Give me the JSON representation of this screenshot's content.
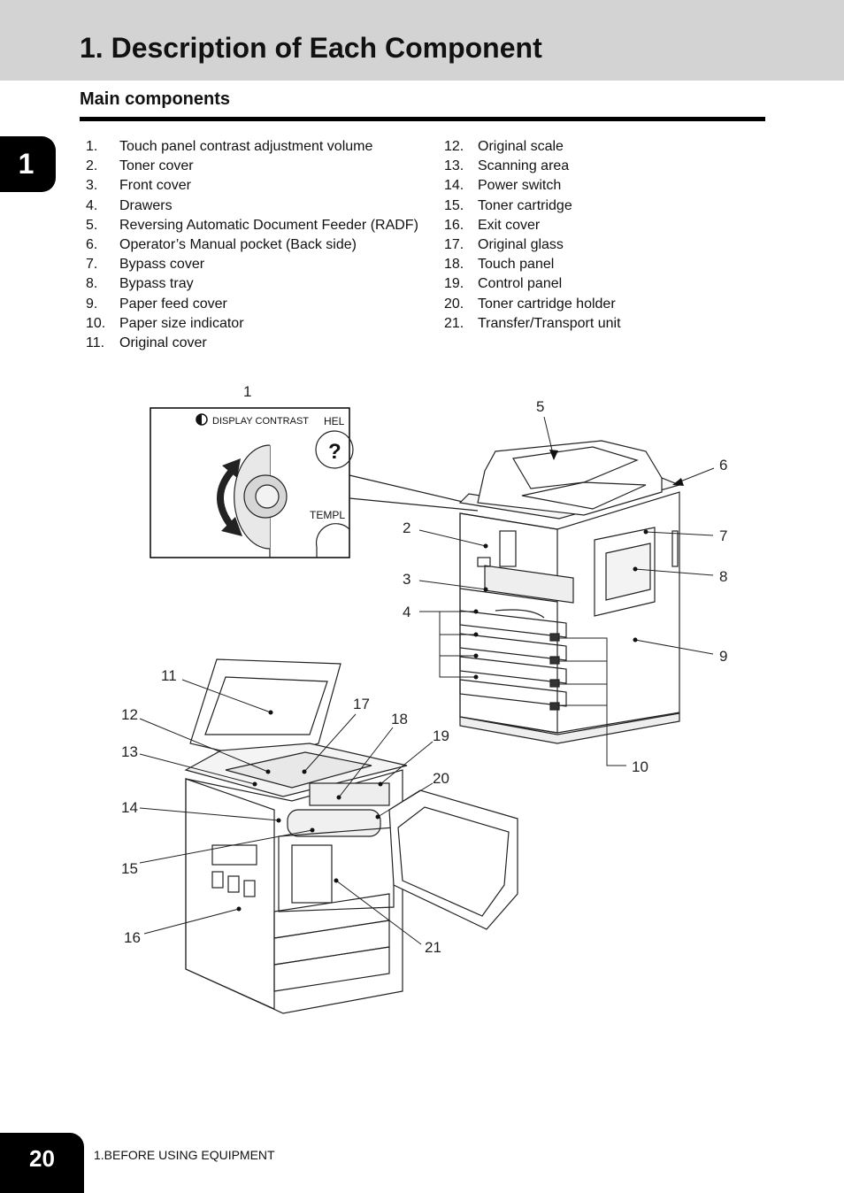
{
  "header": {
    "title": "1. Description of Each Component"
  },
  "section": {
    "title": "Main components"
  },
  "chapter_tab": "1",
  "components_left": [
    {
      "num": "1.",
      "label": "Touch panel contrast adjustment volume"
    },
    {
      "num": "2.",
      "label": "Toner cover"
    },
    {
      "num": "3.",
      "label": "Front cover"
    },
    {
      "num": "4.",
      "label": "Drawers"
    },
    {
      "num": "5.",
      "label": "Reversing Automatic Document Feeder (RADF)"
    },
    {
      "num": "6.",
      "label": "Operator’s Manual pocket (Back side)"
    },
    {
      "num": "7.",
      "label": "Bypass cover"
    },
    {
      "num": "8.",
      "label": "Bypass tray"
    },
    {
      "num": "9.",
      "label": "Paper feed cover"
    },
    {
      "num": "10.",
      "label": "Paper size indicator"
    },
    {
      "num": "11.",
      "label": "Original cover"
    }
  ],
  "components_right": [
    {
      "num": "12.",
      "label": "Original scale"
    },
    {
      "num": "13.",
      "label": "Scanning area"
    },
    {
      "num": "14.",
      "label": "Power switch"
    },
    {
      "num": "15.",
      "label": "Toner cartridge"
    },
    {
      "num": "16.",
      "label": "Exit cover"
    },
    {
      "num": "17.",
      "label": "Original glass"
    },
    {
      "num": "18.",
      "label": "Touch panel"
    },
    {
      "num": "19.",
      "label": "Control panel"
    },
    {
      "num": "20.",
      "label": "Toner cartridge holder"
    },
    {
      "num": "21.",
      "label": "Transfer/Transport unit"
    }
  ],
  "diagram": {
    "inset_display_contrast": "DISPLAY CONTRAST",
    "inset_help": "HEL",
    "inset_help_symbol": "?",
    "inset_template": "TEMPL",
    "callouts": [
      "1",
      "2",
      "3",
      "4",
      "5",
      "6",
      "7",
      "8",
      "9",
      "10",
      "11",
      "12",
      "13",
      "14",
      "15",
      "16",
      "17",
      "18",
      "19",
      "20",
      "21"
    ]
  },
  "footer": {
    "page_number": "20",
    "section": "1.BEFORE USING EQUIPMENT"
  }
}
